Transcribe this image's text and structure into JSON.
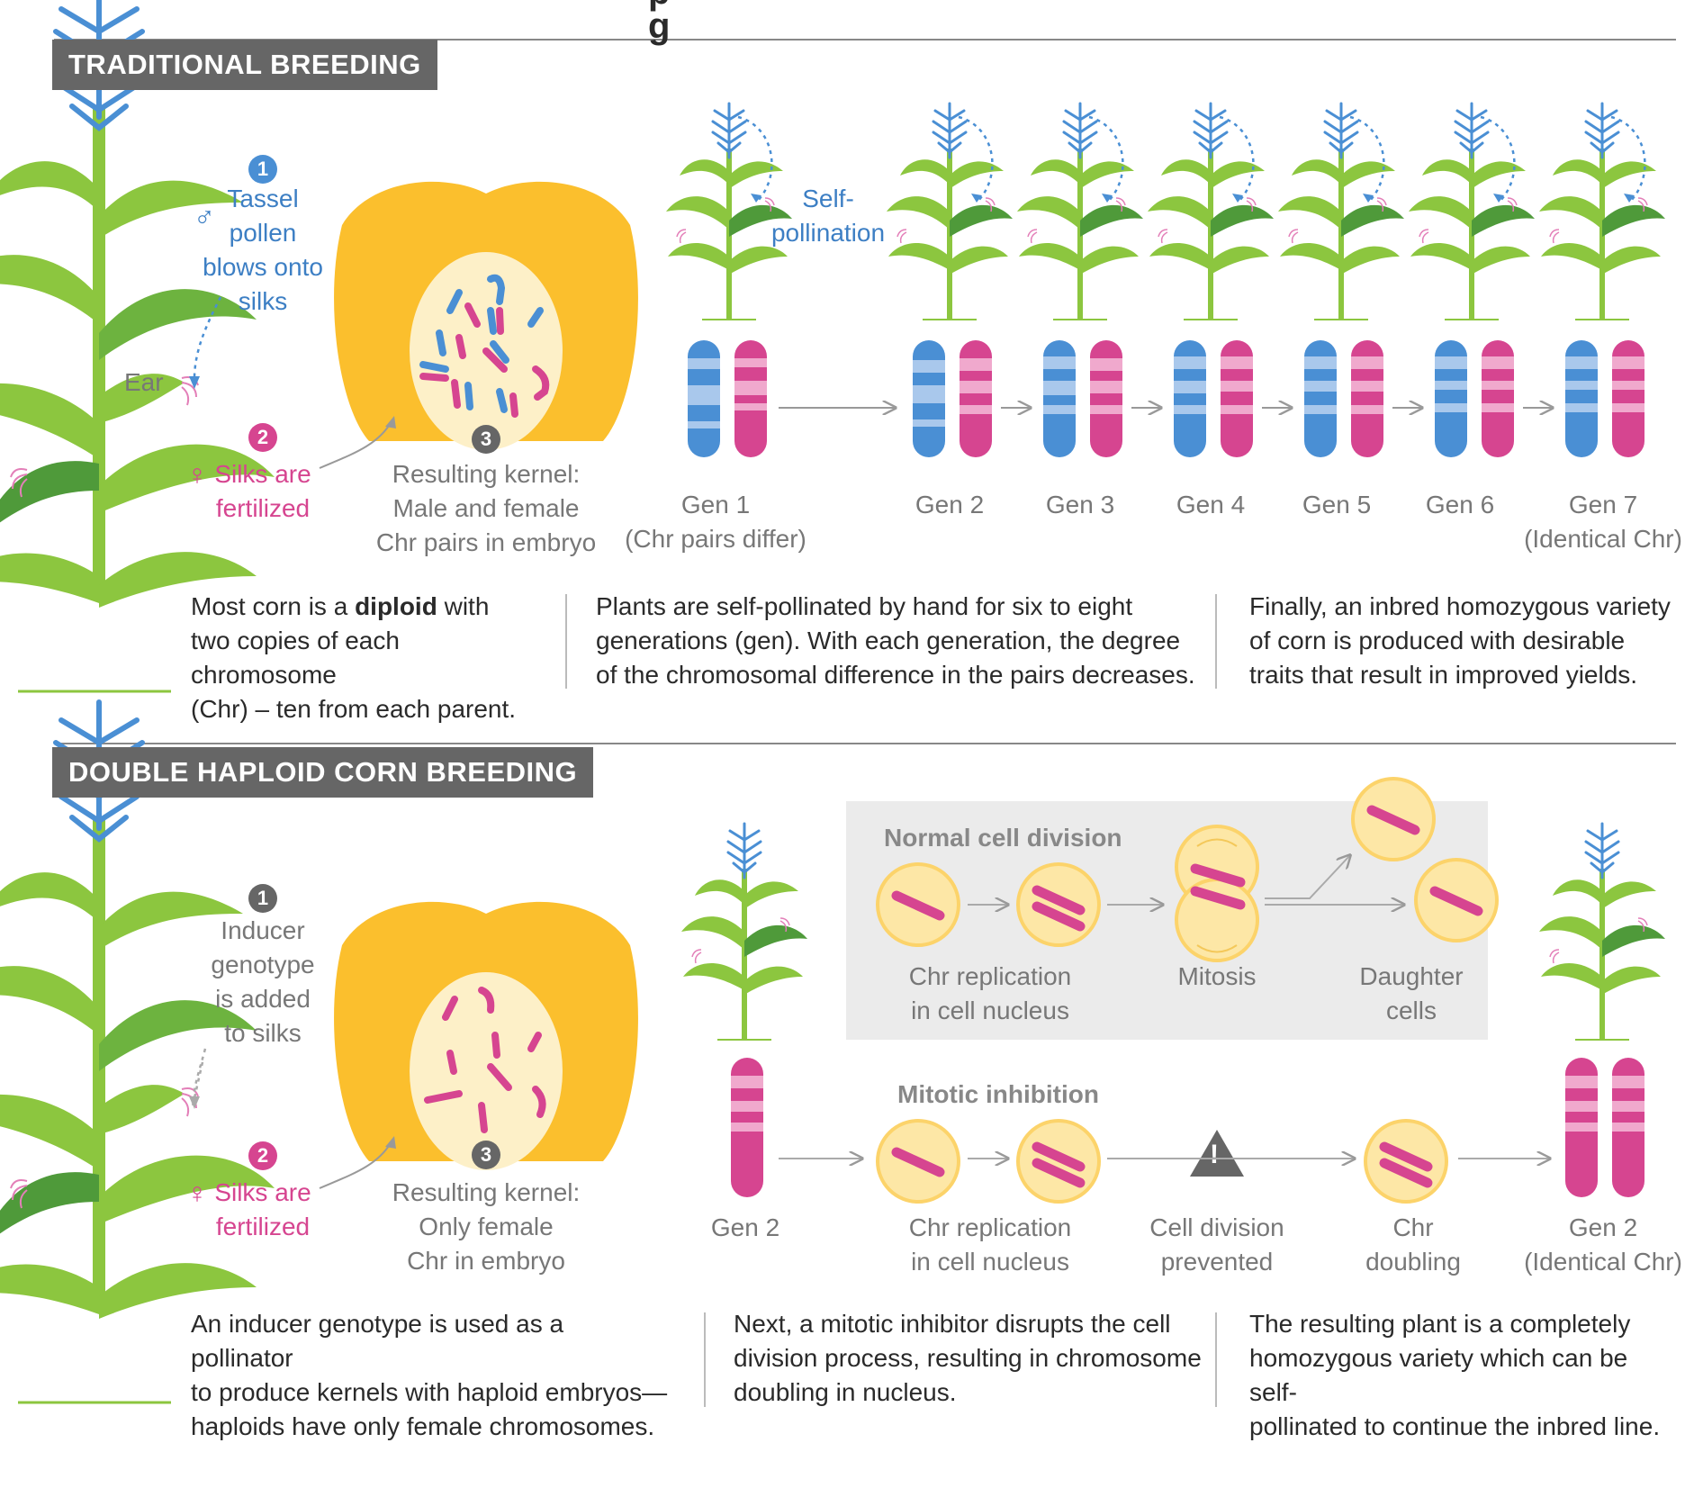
{
  "title_partial": "p g",
  "traditional": {
    "header": "TRADITIONAL BREEDING",
    "step1_num": "1",
    "step1_lines": [
      "Tassel",
      "pollen",
      "blows onto",
      "silks"
    ],
    "male_symbol": "♂",
    "ear_label": "Ear",
    "step2_num": "2",
    "female_symbol": "♀",
    "step2_lines": [
      "Silks are",
      "fertilized"
    ],
    "step3_num": "3",
    "kernel_lines": [
      "Resulting kernel:",
      "Male and female",
      "Chr pairs in embryo"
    ],
    "self_poll_lines": [
      "Self-",
      "pollination"
    ],
    "gen1_lines": [
      "Gen 1",
      "(Chr pairs differ)"
    ],
    "gens": [
      "Gen 2",
      "Gen 3",
      "Gen 4",
      "Gen 5",
      "Gen 6"
    ],
    "gen7_lines": [
      "Gen 7",
      "(Identical Chr)"
    ],
    "desc1_pre": "Most corn is a ",
    "desc1_bold": "diploid",
    "desc1_post": " with",
    "desc1_lines": [
      "two copies of each chromosome",
      "(Chr) – ten from each parent."
    ],
    "desc2_lines": [
      "Plants are self-pollinated by hand for six to eight",
      "generations (gen). With each generation, the degree",
      "of the chromosomal difference in the pairs decreases."
    ],
    "desc3_lines": [
      "Finally, an inbred homozygous variety",
      "of corn is produced with desirable",
      "traits that result in improved yields."
    ]
  },
  "double": {
    "header": "DOUBLE HAPLOID CORN BREEDING",
    "step1_num": "1",
    "step1_lines": [
      "Inducer",
      "genotype",
      "is added",
      "to silks"
    ],
    "step2_num": "2",
    "female_symbol": "♀",
    "step2_lines": [
      "Silks are",
      "fertilized"
    ],
    "step3_num": "3",
    "kernel_lines": [
      "Resulting kernel:",
      "Only female",
      "Chr in embryo"
    ],
    "normal_title": "Normal cell division",
    "normal_labels": {
      "replication": [
        "Chr replication",
        "in cell nucleus"
      ],
      "mitosis": [
        "Mitosis"
      ],
      "daughter": [
        "Daughter",
        "cells"
      ]
    },
    "mitotic_title": "Mitotic inhibition",
    "gen2_left": "Gen 2",
    "inhib_labels": {
      "replication": [
        "Chr replication",
        "in cell nucleus"
      ],
      "prevented": [
        "Cell division",
        "prevented"
      ],
      "doubling": [
        "Chr",
        "doubling"
      ]
    },
    "warning_symbol": "!",
    "gen2_right_lines": [
      "Gen 2",
      "(Identical Chr)"
    ],
    "desc1_lines": [
      "An inducer genotype is used as a pollinator",
      "to produce kernels with haploid embryos—",
      "haploids have only female chromosomes."
    ],
    "desc2_lines": [
      "Next, a mitotic inhibitor disrupts the cell",
      "division process, resulting in chromosome",
      "doubling in nucleus."
    ],
    "desc3_lines": [
      "The resulting plant is a completely",
      "homozygous variety which can be self-",
      "pollinated to continue the inbred line."
    ]
  },
  "colors": {
    "blue": "#3d7fc4",
    "pink": "#d64590",
    "green": "#8cc63f",
    "kernel": "#fbbf2d",
    "embryo": "#fdf0c8",
    "header_bg": "#666666"
  }
}
